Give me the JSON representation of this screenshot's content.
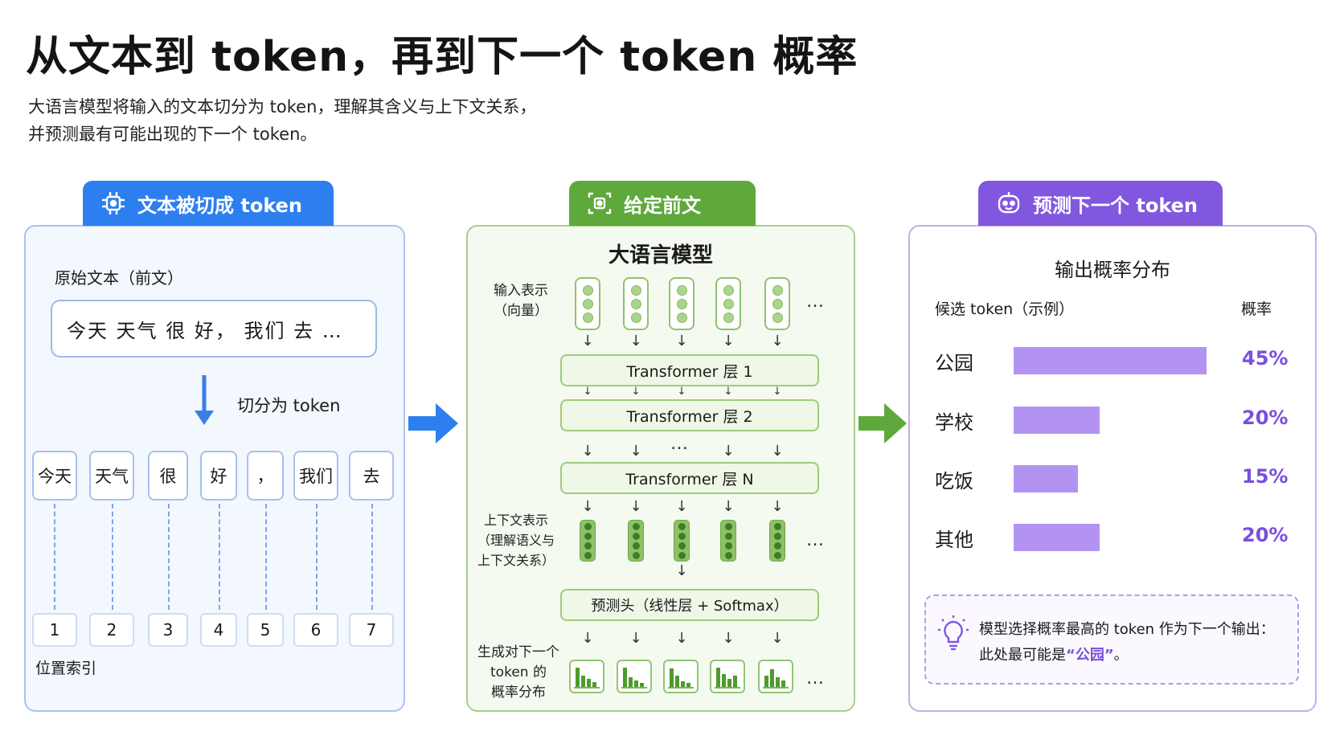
{
  "title": "从文本到 token，再到下一个 token 概率",
  "subtitle_line1": "大语言模型将输入的文本切分为 token，理解其含义与上下文关系，",
  "subtitle_line2": "并预测最有可能出现的下一个 token。",
  "left": {
    "tab": "文本被切成 token",
    "raw_label": "原始文本（前文）",
    "raw_text": "今天 天气 很 好， 我们 去 …",
    "split_label": "切分为 token",
    "tokens": [
      "今天",
      "天气",
      "很",
      "好",
      "，",
      "我们",
      "去"
    ],
    "indices": [
      "1",
      "2",
      "3",
      "4",
      "5",
      "6",
      "7"
    ],
    "position_label": "位置索引"
  },
  "mid": {
    "tab": "给定前文",
    "model_title": "大语言模型",
    "input_label_1": "输入表示",
    "input_label_2": "（向量）",
    "layer1": "Transformer 层 1",
    "layer2": "Transformer 层 2",
    "layerN": "Transformer 层 N",
    "ellipsis": "…",
    "context_label_1": "上下文表示",
    "context_label_2": "（理解语义与",
    "context_label_3": "上下文关系）",
    "head": "预测头（线性层 + Softmax）",
    "gen_label_1": "生成对下一个",
    "gen_label_2": "token 的",
    "gen_label_3": "概率分布"
  },
  "right": {
    "tab": "预测下一个 token",
    "out_title": "输出概率分布",
    "cand_label": "候选 token（示例）",
    "prob_label": "概率",
    "rows": [
      {
        "name": "公园",
        "pct": "45%"
      },
      {
        "name": "学校",
        "pct": "20%"
      },
      {
        "name": "吃饭",
        "pct": "15%"
      },
      {
        "name": "其他",
        "pct": "20%"
      }
    ],
    "note_line1": "模型选择概率最高的 token 作为下一个输出：",
    "note_line2_pre": "此处最可能是",
    "note_line2_hl": "“公园”",
    "note_line2_post": "。"
  },
  "colors": {
    "blue": "#2d7ff0",
    "green": "#5fa83c",
    "purple": "#8157e0",
    "bar": "#b393f2"
  },
  "chart_data": {
    "type": "bar",
    "categories": [
      "公园",
      "学校",
      "吃饭",
      "其他"
    ],
    "values": [
      45,
      20,
      15,
      20
    ]
  }
}
